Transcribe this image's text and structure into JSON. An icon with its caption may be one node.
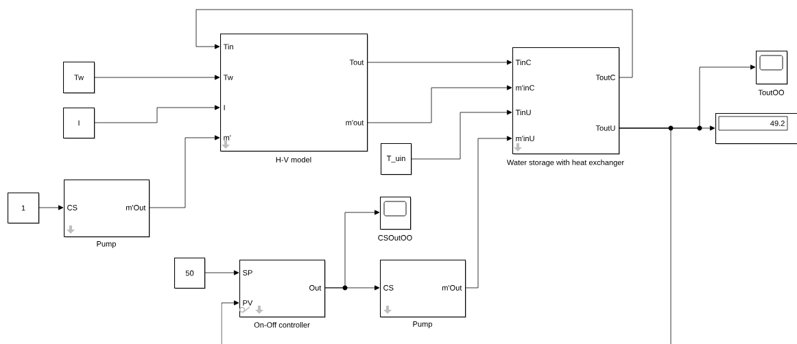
{
  "diagram": {
    "nodes": [
      {
        "text": [
          "Tw"
        ]
      },
      {
        "text": [
          "I"
        ]
      },
      {
        "text": [
          "Tin",
          "Tw",
          "I",
          "m'",
          "Tout",
          "m'out"
        ],
        "beside": [
          "H-V model"
        ]
      },
      {
        "text": [
          "T_uin"
        ]
      },
      {
        "text": [
          "TinC",
          "m'inC",
          "TinU",
          "m'inU",
          "ToutC",
          "ToutU"
        ],
        "beside": [
          "Water storage with heat exchanger"
        ]
      },
      {
        "text": [],
        "shape": "box",
        "beside": [
          "ToutOO"
        ]
      },
      {
        "text": [
          "49.2"
        ]
      },
      {
        "text": [
          "1"
        ]
      },
      {
        "text": [
          "CS",
          "m'Out"
        ],
        "beside": [
          "Pump"
        ]
      },
      {
        "text": [],
        "shape": "box",
        "beside": [
          "CSOutOO"
        ]
      },
      {
        "text": [
          "50"
        ]
      },
      {
        "text": [
          "SP",
          "PV",
          "Out"
        ],
        "beside": [
          "On-Off controller"
        ]
      },
      {
        "text": [
          "CS",
          "m'Out"
        ],
        "beside": [
          "Pump"
        ]
      }
    ],
    "edges": [
      {
        "from": 0,
        "to": 2,
        "arrow": "to"
      },
      {
        "from": 1,
        "to": 2,
        "arrow": "to"
      },
      {
        "from": 8,
        "to": 2,
        "arrow": "to"
      },
      {
        "from": 4,
        "to": 2,
        "arrow": "to"
      },
      {
        "from": 2,
        "to": 4,
        "arrow": "to"
      },
      {
        "from": 2,
        "to": 4,
        "arrow": "to"
      },
      {
        "from": 3,
        "to": 4,
        "arrow": "to"
      },
      {
        "from": 12,
        "to": 4,
        "arrow": "to"
      },
      {
        "from": 4,
        "to": 5,
        "arrow": "to"
      },
      {
        "from": 4,
        "to": 6,
        "arrow": "to"
      },
      {
        "from": 4,
        "to": null,
        "arrow": "none"
      },
      {
        "from": null,
        "to": 11,
        "arrow": "to"
      },
      {
        "from": 7,
        "to": 8,
        "arrow": "to"
      },
      {
        "from": 10,
        "to": 11,
        "arrow": "to"
      },
      {
        "from": 11,
        "to": 12,
        "arrow": "to"
      },
      {
        "from": 11,
        "to": 9,
        "arrow": "to"
      }
    ]
  }
}
